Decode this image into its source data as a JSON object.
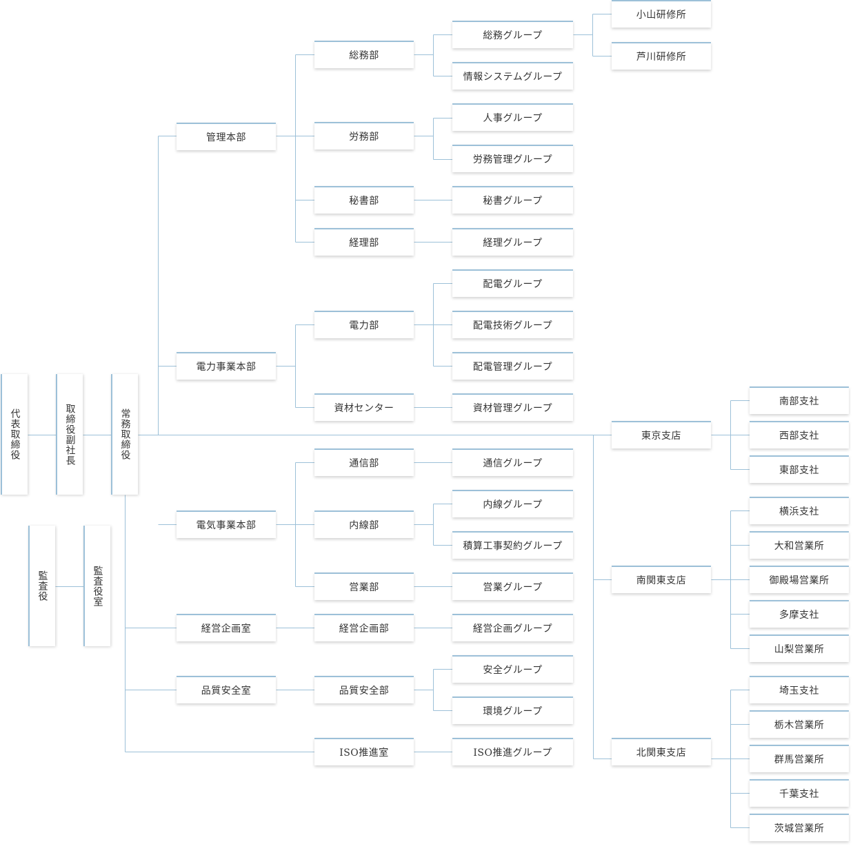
{
  "executives": {
    "president": "代表取締役",
    "vice_president": "取締役副社長",
    "managing_director": "常務取締役",
    "auditor": "監査役",
    "audit_office": "監査役室"
  },
  "divisions": {
    "admin": {
      "name": "管理本部",
      "general_affairs": {
        "name": "総務部",
        "general_group": "総務グループ",
        "it_group": "情報システムグループ",
        "oyama_center": "小山研修所",
        "ashikawa_center": "芦川研修所"
      },
      "labor": {
        "name": "労務部",
        "hr_group": "人事グループ",
        "labor_mgmt_group": "労務管理グループ"
      },
      "secretary": {
        "name": "秘書部",
        "group": "秘書グループ"
      },
      "accounting": {
        "name": "経理部",
        "group": "経理グループ"
      }
    },
    "power": {
      "name": "電力事業本部",
      "power_dept": {
        "name": "電力部",
        "distribution_group": "配電グループ",
        "dist_tech_group": "配電技術グループ",
        "dist_mgmt_group": "配電管理グループ"
      },
      "materials": {
        "name": "資材センター",
        "group": "資材管理グループ"
      }
    },
    "electric": {
      "name": "電気事業本部",
      "comms": {
        "name": "通信部",
        "group": "通信グループ"
      },
      "wiring": {
        "name": "内線部",
        "wiring_group": "内線グループ",
        "estimate_group": "積算工事契約グループ"
      },
      "sales": {
        "name": "営業部",
        "group": "営業グループ"
      }
    },
    "planning": {
      "name": "経営企画室",
      "dept": "経営企画部",
      "group": "経営企画グループ"
    },
    "quality": {
      "name": "品質安全室",
      "dept": "品質安全部",
      "safety_group": "安全グループ",
      "env_group": "環境グループ"
    },
    "iso": {
      "name": "ISO推進室",
      "group": "ISO推進グループ"
    }
  },
  "branches": {
    "tokyo": {
      "name": "東京支店",
      "south": "南部支社",
      "west": "西部支社",
      "east": "東部支社"
    },
    "south_kanto": {
      "name": "南関東支店",
      "yokohama": "横浜支社",
      "yamato": "大和営業所",
      "gotemba": "御殿場営業所",
      "tama": "多摩支社",
      "yamanashi": "山梨営業所"
    },
    "north_kanto": {
      "name": "北関東支店",
      "saitama": "埼玉支社",
      "tochigi": "栃木営業所",
      "gunma": "群馬営業所",
      "chiba": "千葉支社",
      "ibaraki": "茨城営業所"
    }
  },
  "colors": {
    "line": "#9cc0d8",
    "accent": "#9cc0d8"
  }
}
